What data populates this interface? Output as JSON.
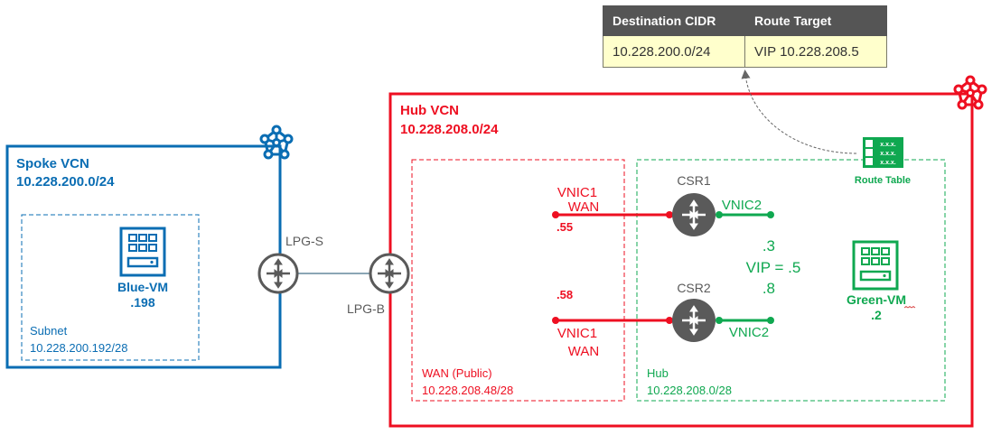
{
  "route_table_popup": {
    "headers": [
      "Destination CIDR",
      "Route Target"
    ],
    "rows": [
      [
        "10.228.200.0/24",
        "VIP 10.228.208.5"
      ]
    ]
  },
  "spoke_vcn": {
    "title": "Spoke VCN",
    "cidr": "10.228.200.0/24",
    "color": "#0a6db3",
    "subnet": {
      "label": "Subnet",
      "cidr": "10.228.200.192/28"
    },
    "vm": {
      "name": "Blue-VM",
      "ip": ".198"
    },
    "icon": "vcn-network-icon"
  },
  "lpg": {
    "spoke_label": "LPG-S",
    "hub_label": "LPG-B"
  },
  "hub_vcn": {
    "title": "Hub VCN",
    "cidr": "10.228.208.0/24",
    "color": "#ee0f21",
    "icon": "vcn-network-icon",
    "wan_subnet": {
      "label": "WAN (Public)",
      "cidr": "10.228.208.48/28",
      "color": "#ee0f21"
    },
    "hub_subnet": {
      "label": "Hub",
      "cidr": "10.228.208.0/28",
      "color": "#0fa850"
    },
    "csr1": {
      "name": "CSR1",
      "vnic1_label": "VNIC1",
      "vnic1_sub": "WAN",
      "vnic1_ip": ".55",
      "vnic2_label": "VNIC2"
    },
    "csr2": {
      "name": "CSR2",
      "vnic1_label": "VNIC1",
      "vnic1_sub": "WAN",
      "vnic1_ip": ".58",
      "vnic2_label": "VNIC2"
    },
    "vnic2_ips": {
      "csr1": ".3",
      "vip": "VIP = .5",
      "csr2": ".8"
    },
    "route_table_label": "Route Table",
    "route_table_cell": "x.x.x.",
    "vm": {
      "name": "Green-VM",
      "ip": ".2"
    }
  }
}
